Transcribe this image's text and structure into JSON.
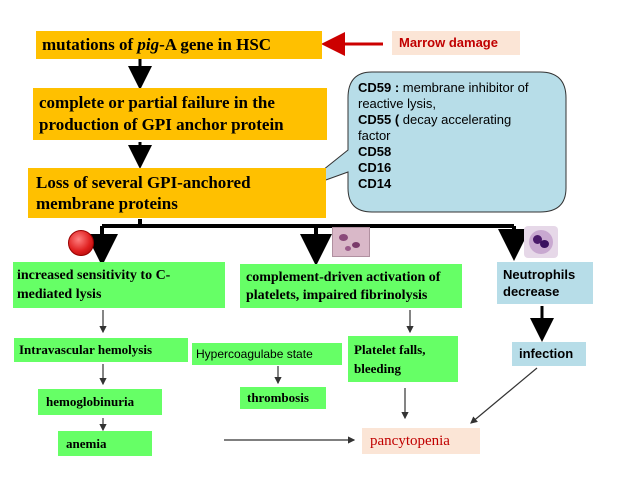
{
  "top": {
    "mutation_pre": "mutations of ",
    "mutation_em": "pig",
    "mutation_post": "-A gene in HSC",
    "marrow": "Marrow damage"
  },
  "gpi_failure": [
    "complete or partial failure in the",
    "production of GPI anchor protein"
  ],
  "loss": [
    "Loss  of  several GPI-anchored",
    "membrane proteins"
  ],
  "callout": {
    "cd59_label": "CD59 : ",
    "cd59_text": "membrane inhibitor of",
    "cd59_text2": "reactive lysis,",
    "cd55_label": "CD55 ( ",
    "cd55_text": " decay accelerating",
    "cd55_text2": "factor",
    "cd58": "CD58",
    "cd16": "CD16",
    "cd14": "CD14"
  },
  "branches": {
    "left": [
      "increased sensitivity to C-",
      "mediated lysis"
    ],
    "middle": [
      "complement-driven activation of",
      "platelets, impaired fibrinolysis"
    ],
    "right": [
      "Neutrophils",
      "decrease"
    ]
  },
  "outcomes": {
    "hemolysis": "Intravascular hemolysis",
    "hemoglobinuria": "hemoglobinuria",
    "anemia": "anemia",
    "hypercoag": "Hypercoagulabe state",
    "thrombosis": "thrombosis",
    "platelet": [
      "Platelet falls,",
      "bleeding"
    ],
    "infection": "infection",
    "pancytopenia": "pancytopenia"
  },
  "colors": {
    "orange": "#ffc000",
    "green": "#66ff66",
    "lightblue": "#b7dde8",
    "callout_bg": "#b7dde8",
    "red_text": "#c00000",
    "arrow_red": "#cc0000"
  },
  "icons": [
    "red-cell-icon",
    "platelet-icon",
    "neutrophil-icon"
  ]
}
